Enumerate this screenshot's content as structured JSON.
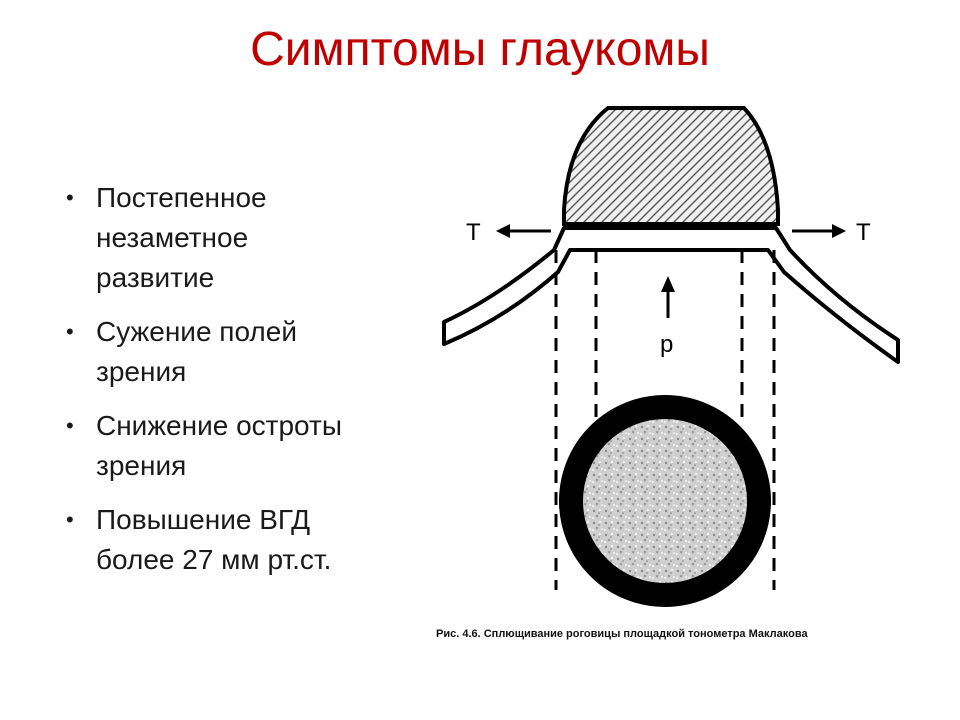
{
  "slide": {
    "title": "Симптомы глаукомы",
    "bullets": [
      {
        "lines": [
          "Постепенное",
          "незаметное",
          "развитие"
        ]
      },
      {
        "lines": [
          "Сужение полей",
          "зрения"
        ]
      },
      {
        "lines": [
          "Снижение остроты",
          "зрения"
        ]
      },
      {
        "lines": [
          "Повышение ВГД",
          "более 27 мм рт.ст."
        ]
      }
    ]
  },
  "figure": {
    "label_left": "T",
    "label_right": "T",
    "label_pressure": "p",
    "caption": "Рис. 4.6. Сплющивание роговицы площадкой тонометра Маклакова"
  },
  "colors": {
    "title": "#c00000",
    "text": "#1a1a1a",
    "diagram": "#000000"
  }
}
